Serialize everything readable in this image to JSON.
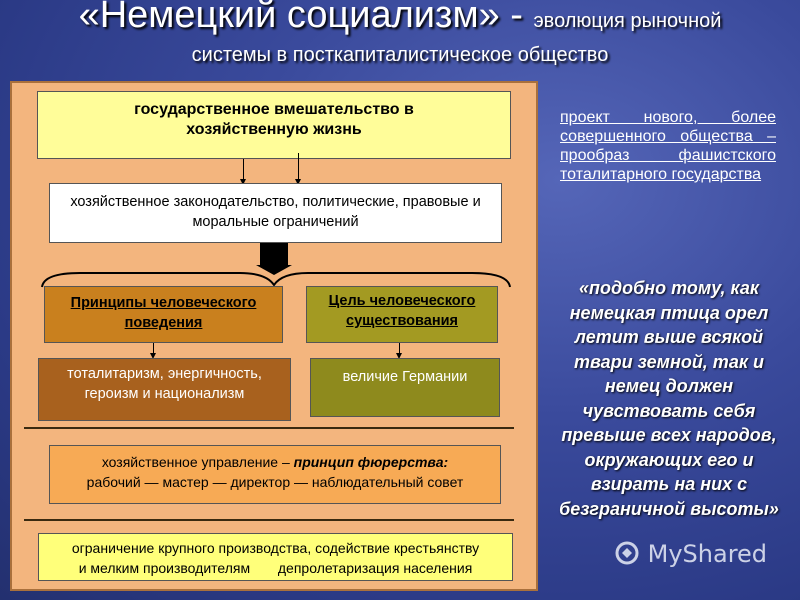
{
  "title": {
    "main": "«Немецкий социализм» - ",
    "tail": "эволюция рыночной",
    "line2": "системы в посткапиталистическое общество"
  },
  "boxes": {
    "state": "государственное вмешательство в хозяйственную жизнь",
    "law": "хозяйственное законодательство, политические, правовые и моральные ограничений",
    "principles": "Принципы человеческого поведения",
    "goal": "Цель человеческого существования",
    "totalitarism": "тоталитаризм, энергичность, героизм и национализм",
    "greatness": "величие Германии",
    "management_prefix": "хозяйственное управление – ",
    "management_emph": "принцип фюрерства:",
    "management_line2": "рабочий — мастер — директор — наблюдательный совет",
    "limitation_line1": "ограничение крупного производства, содействие крестьянству",
    "limitation_line2a": "и мелким производителям",
    "limitation_line2b": "депролетаризация населения"
  },
  "right": {
    "link_text": "проект нового, более совершенного общества – прообраз фашистского тоталитарного государства",
    "quote": "«подобно тому, как немецкая птица орел летит выше всякой твари земной, так и немец должен чувствовать себя превыше всех народов, окружающих его и взирать на них с безграничной высоты»"
  },
  "watermark": "MyShared"
}
